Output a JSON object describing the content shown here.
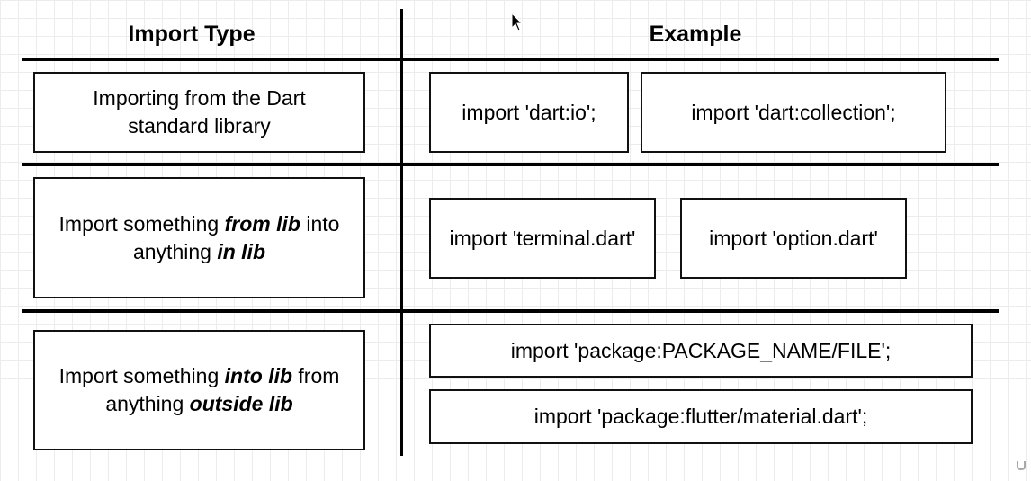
{
  "headers": {
    "import_type": "Import Type",
    "example": "Example"
  },
  "rows": [
    {
      "type_line1": "Importing from the Dart",
      "type_line2": "standard library",
      "examples": [
        "import 'dart:io';",
        "import 'dart:collection';"
      ]
    },
    {
      "type_line1_a": "Import something ",
      "type_line1_b": "from lib",
      "type_line1_c": " into",
      "type_line2_a": "anything ",
      "type_line2_b": "in lib",
      "examples": [
        "import 'terminal.dart'",
        "import 'option.dart'"
      ]
    },
    {
      "type_line1_a": "Import something ",
      "type_line1_b": "into lib",
      "type_line1_c": " from",
      "type_line2_a": "anything ",
      "type_line2_b": "outside lib",
      "examples": [
        "import 'package:PACKAGE_NAME/FILE';",
        "import 'package:flutter/material.dart';"
      ]
    }
  ],
  "colors": {
    "line": "#000000",
    "grid": "#ececec",
    "background": "#ffffff"
  },
  "icons": {
    "cursor": "mouse-pointer-icon",
    "watermark": "udemy-logo-icon"
  }
}
